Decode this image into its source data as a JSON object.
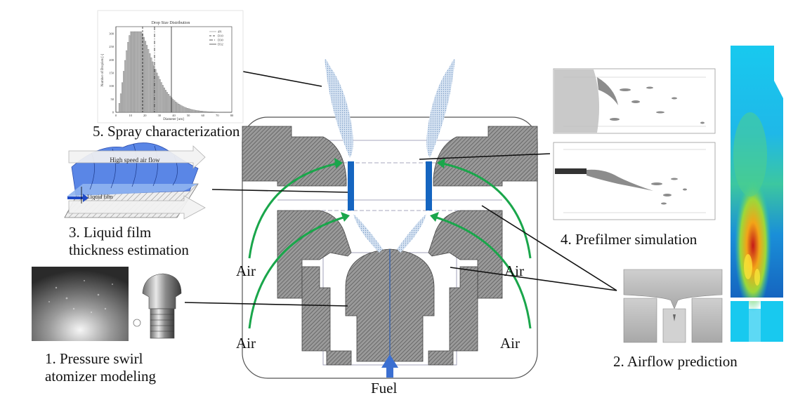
{
  "labels": {
    "spray": "5. Spray characterization",
    "film_line1": "3. Liquid film",
    "film_line2": "thickness estimation",
    "atomizer_line1": "1. Pressure swirl",
    "atomizer_line2": "atomizer modeling",
    "prefilmer": "4. Prefilmer simulation",
    "airflow": "2. Airflow prediction",
    "air": "Air",
    "fuel": "Fuel"
  },
  "film_inset": {
    "high_speed_air": "High speed air flow",
    "liquid_film": "Liquid film"
  },
  "histogram": {
    "title": "Drop Size Distribution",
    "xlabel": "Diameter [um]",
    "ylabel": "Number of Droplets [-]",
    "x_ticks": [
      "0",
      "10",
      "20",
      "30",
      "40",
      "50",
      "60",
      "70",
      "80"
    ],
    "y_ticks": [
      "0",
      "50",
      "100",
      "150",
      "200",
      "250",
      "300"
    ],
    "legend": [
      "dN",
      "D10",
      "D30",
      "D32"
    ]
  },
  "colors": {
    "arrow_air": "#1aa64b",
    "fuel_arrow": "#3b6fd1",
    "prefilmer_blue": "#1565c0",
    "hatch": "#6b6b6b",
    "spray_blue": "#b9cfe6",
    "film_blue": "#5a86e6"
  }
}
